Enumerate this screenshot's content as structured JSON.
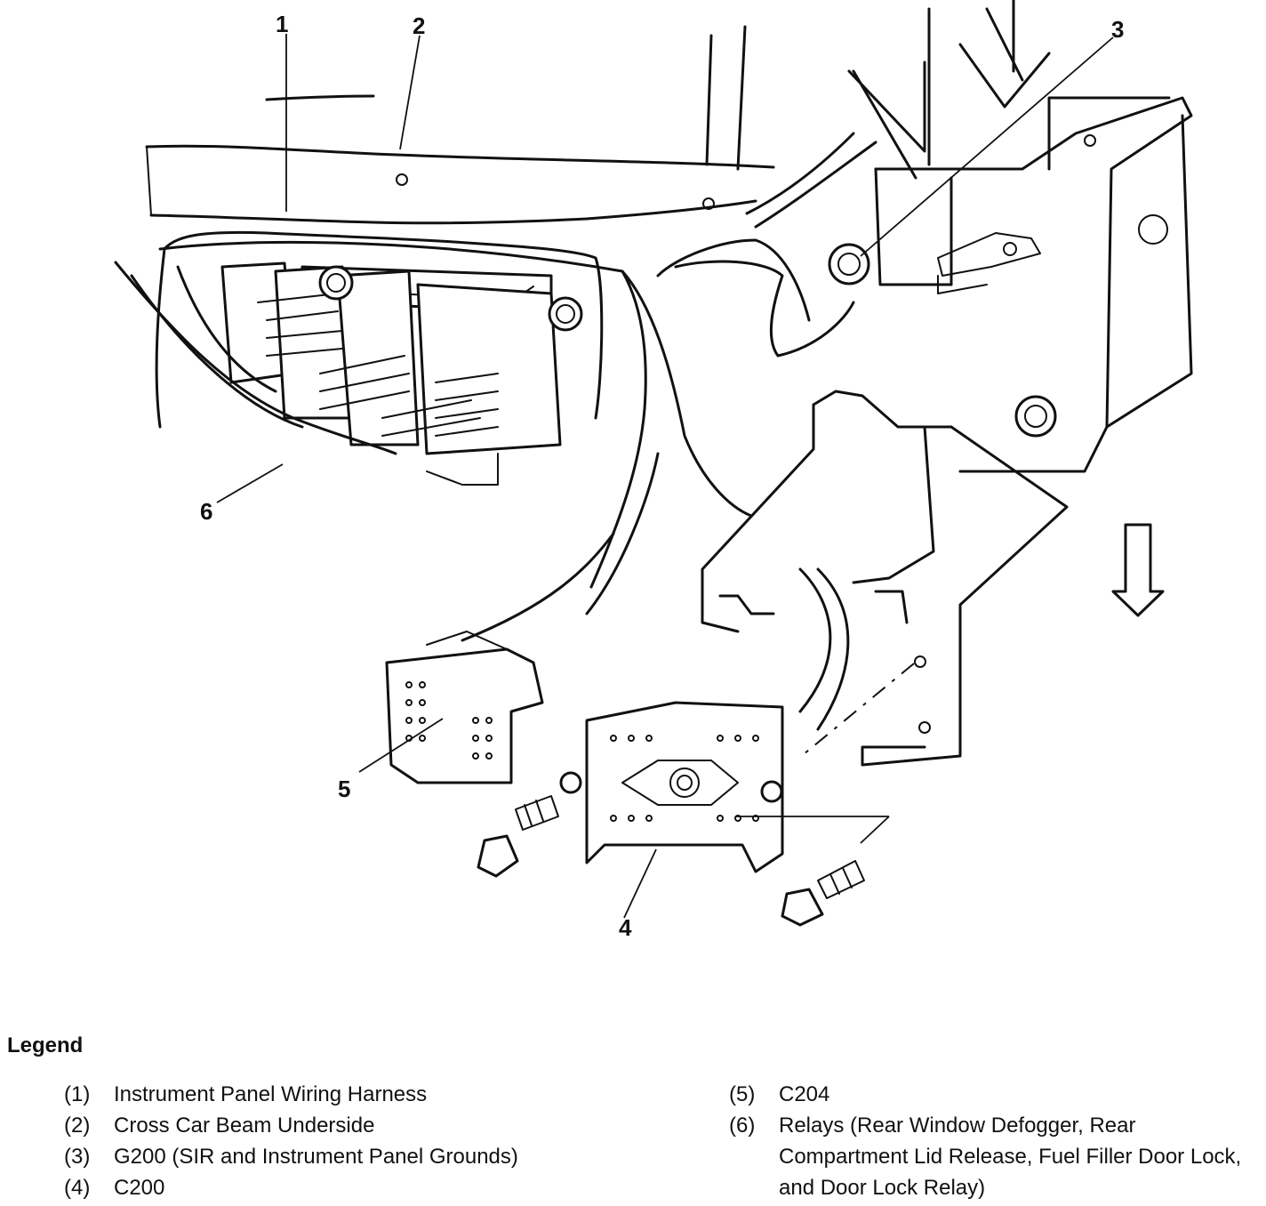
{
  "diagram": {
    "callouts": [
      "1",
      "2",
      "3",
      "4",
      "5",
      "6"
    ]
  },
  "legend": {
    "title": "Legend",
    "items": [
      {
        "num": "(1)",
        "text": "Instrument Panel Wiring Harness"
      },
      {
        "num": "(2)",
        "text": "Cross Car Beam Underside"
      },
      {
        "num": "(3)",
        "text": "G200 (SIR and Instrument Panel Grounds)"
      },
      {
        "num": "(4)",
        "text": "C200"
      },
      {
        "num": "(5)",
        "text": "C204"
      },
      {
        "num": "(6)",
        "text": "Relays (Rear Window Defogger, Rear Compartment Lid Release, Fuel Filler Door Lock, and Door Lock Relay)"
      }
    ]
  }
}
